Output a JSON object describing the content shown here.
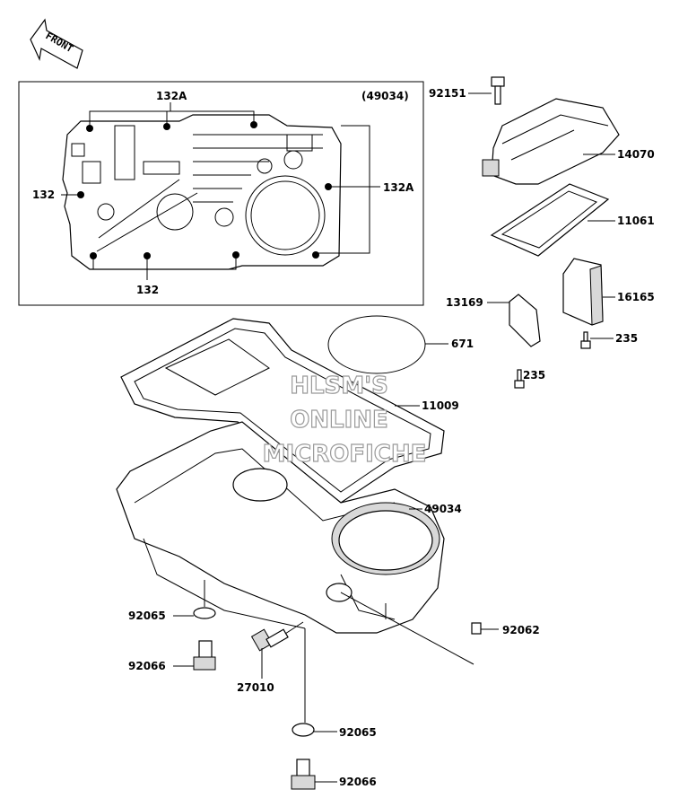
{
  "front_badge": "FRONT",
  "inset": {
    "ref": "(49034)",
    "labels": {
      "top": "132A",
      "right": "132A",
      "left": "132",
      "bottom": "132"
    }
  },
  "callouts": {
    "p92151": "92151",
    "p14070": "14070",
    "p11061": "11061",
    "p16165": "16165",
    "p13169": "13169",
    "p235a": "235",
    "p235b": "235",
    "p671": "671",
    "p11009": "11009",
    "p49034": "49034",
    "p92062": "92062",
    "p92065a": "92065",
    "p92066a": "92066",
    "p27010": "27010",
    "p92065b": "92065",
    "p92066b": "92066"
  },
  "watermark": [
    "HLSM'S",
    "ONLINE",
    "MICROFICHE"
  ],
  "colors": {
    "ink": "#000000",
    "watermark_outline": "#9a9a9a",
    "background": "#ffffff"
  }
}
